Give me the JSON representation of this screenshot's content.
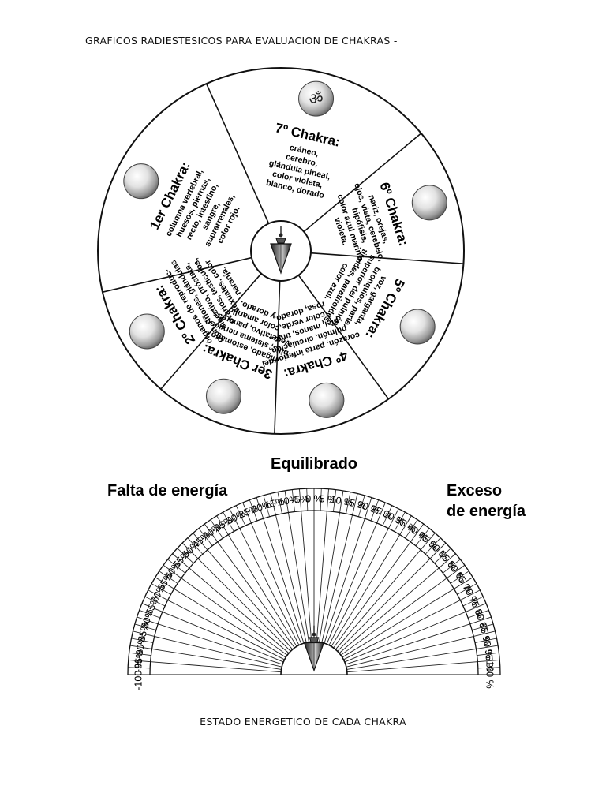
{
  "header": {
    "title": "GRAFICOS RADIESTESICOS PARA EVALUACION DE CHAKRAS -"
  },
  "footer": {
    "caption": "ESTADO ENERGETICO DE CADA CHAKRA"
  },
  "wheel": {
    "center_symbol": "pendulum-icon",
    "segments": [
      {
        "title": "7º Chakra:",
        "lines": [
          "cráneo,",
          "cerebro,",
          "glándula pineal,",
          "color violeta,",
          "blanco, dorado"
        ],
        "symbol": "om-icon"
      },
      {
        "title": "6º Chakra:",
        "lines": [
          "nariz, orejas,",
          "ojos, vista, cerebelo,",
          "hipófisis,",
          "color azul marino,",
          "violeta."
        ],
        "symbol": "sphere-icon"
      },
      {
        "title": "5º Chakra:",
        "lines": [
          "voz, garganta,",
          "bronquios, parte",
          "superior del pulmón,",
          "tiroides, paratiroides,",
          "color azul."
        ],
        "symbol": "sphere-icon"
      },
      {
        "title": "4º Chakra:",
        "lines": [
          "corazón, parte inferior del",
          "pulmón, circulación,",
          "piel, manos, timo,",
          "color verde,",
          "rosa, dorado."
        ],
        "symbol": "sphere-icon"
      },
      {
        "title": "3er Chakra:",
        "lines": [
          "hígado, estómago,",
          "bilis, sistema nervioso",
          "vegetativo, páncreas,",
          "color amarillo",
          "y dorado."
        ],
        "symbol": "sphere-icon"
      },
      {
        "title": "2º Chakra:",
        "lines": [
          "órganos de reproduc-",
          "ción, riñones, glándulas",
          "digestivo, próstata,",
          "ovarios, testículos,",
          "sexuales, color",
          "naranja."
        ],
        "symbol": "sphere-icon"
      },
      {
        "title": "1er Chakra:",
        "lines": [
          "columna vertebral,",
          "huesos, piernas,",
          "recto, intestino,",
          "sangre,",
          "suprarrenales,",
          "color rojo."
        ],
        "symbol": "sphere-icon"
      }
    ]
  },
  "gauge": {
    "center_title": "Equilibrado",
    "left_title": "Falta de energía",
    "right_title_line1": "Exceso",
    "right_title_line2": "de energía",
    "ticks": [
      "-100 %",
      "-95%",
      "-90%",
      "-85%",
      "-80%",
      "-75%",
      "-70%",
      "-65%",
      "-60%",
      "-55%",
      "-50%",
      "-45%",
      "-40%",
      "-35%",
      "-30%",
      "-25%",
      "-20%",
      "-15%",
      "-10%",
      "-5%",
      "0 %",
      "5 %",
      "10 %",
      "15 %",
      "20 %",
      "25 %",
      "30 %",
      "35 %",
      "40 %",
      "45 %",
      "50 %",
      "55 %",
      "60 %",
      "65 %",
      "70 %",
      "75 %",
      "80 %",
      "85 %",
      "90 %",
      "95 %",
      "100 %"
    ],
    "center_symbol": "pendulum-icon"
  }
}
